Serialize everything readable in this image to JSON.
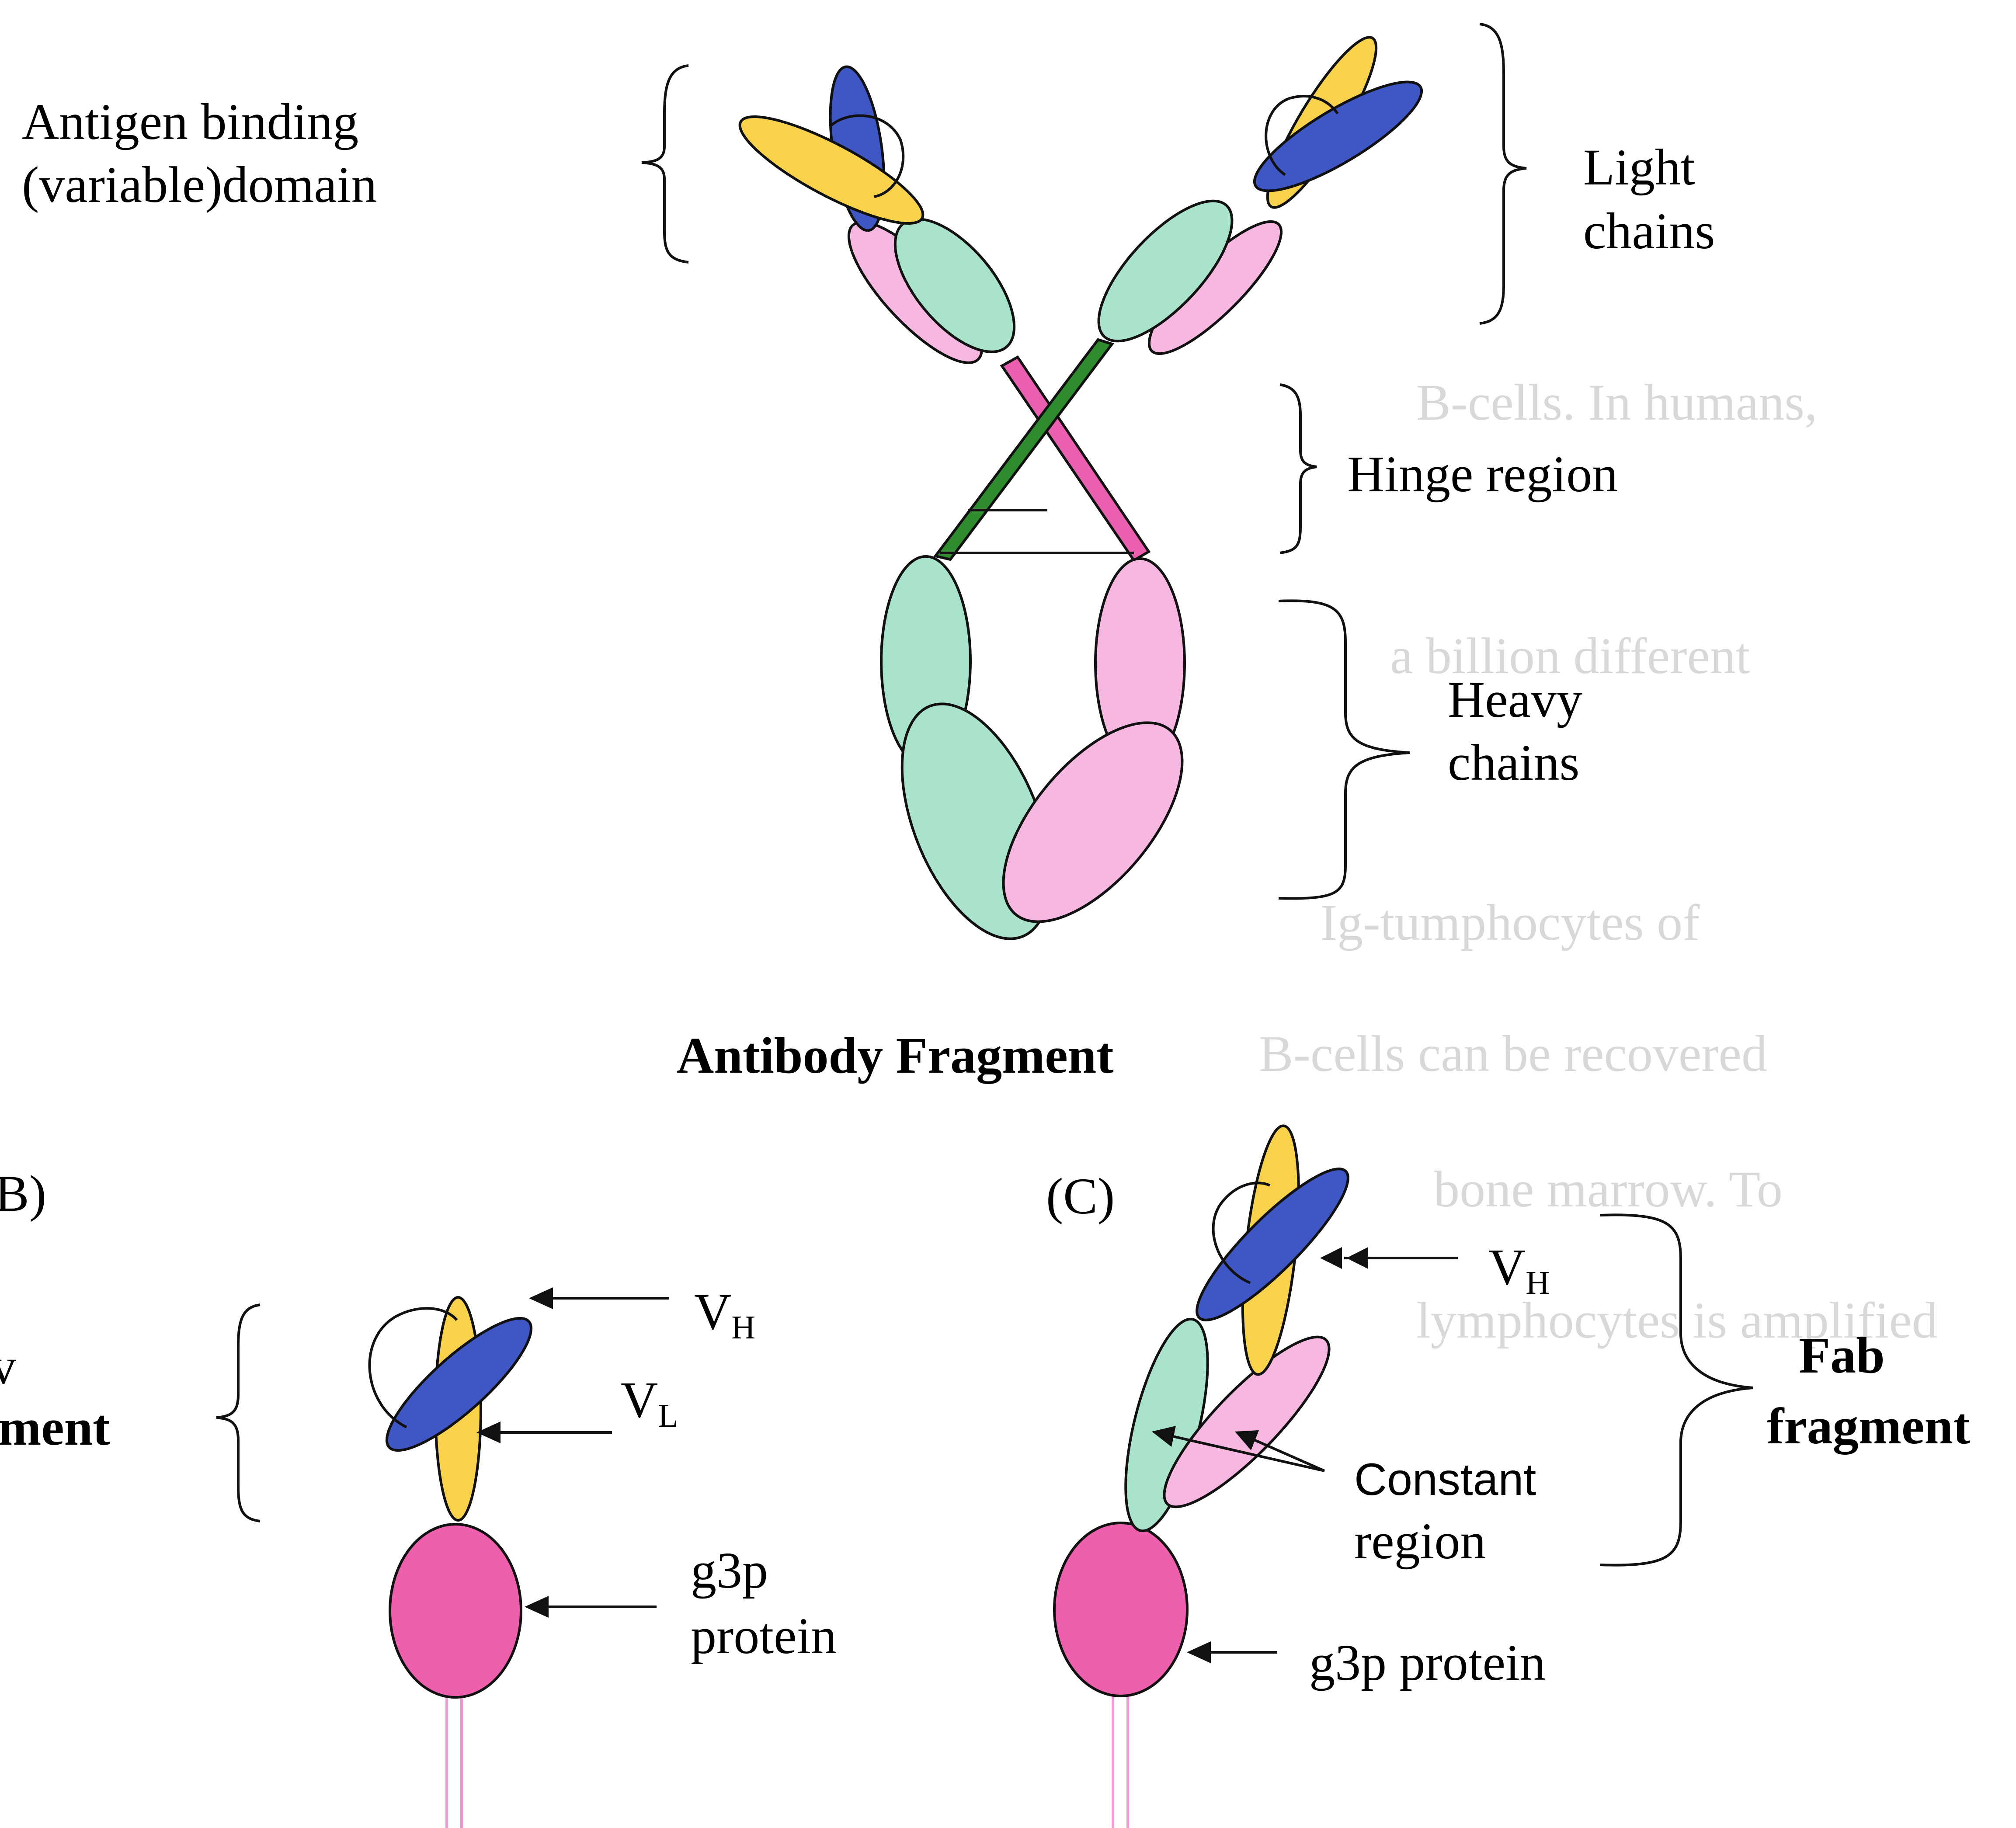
{
  "colors": {
    "yellow": "#F7D24A",
    "blue": "#3E57C4",
    "mint": "#A9E3CB",
    "pink_light": "#F6B8E0",
    "pink": "#EE60AE",
    "green": "#2E8B2E",
    "magenta": "#EA5FB0",
    "stalk": "#F39BD3"
  },
  "antibody": {
    "label_antigen_line1": "Antigen binding",
    "label_antigen_line2": "(variable)domain",
    "label_light_line1": "Light",
    "label_light_line2": "chains",
    "label_hinge": "Hinge region",
    "label_heavy_line1": "Heavy",
    "label_heavy_line2": "chains",
    "caption": "Antibody Fragment"
  },
  "panel_b": {
    "panel_label_fragment": "B)",
    "title_fragment_line1": "v",
    "title_fragment_line2": "ment",
    "vh_main": "V",
    "vh_sub": "H",
    "vl_main": "V",
    "vl_sub": "L",
    "g3p_line1": "g3p",
    "g3p_line2": "protein"
  },
  "panel_c": {
    "panel_label": "(C)",
    "vh_main": "V",
    "vh_sub": "H",
    "constant_line1": "Constant",
    "constant_line2": "region",
    "g3p": "g3p protein",
    "fab_line1": "Fab",
    "fab_line2": "fragment"
  },
  "background_text": [
    "B-cells. In humans,",
    "a billion different",
    "Ig-tumphocytes of",
    "B-cells can be recovered",
    "bone marrow. To",
    "lymphocytes is amplified"
  ]
}
